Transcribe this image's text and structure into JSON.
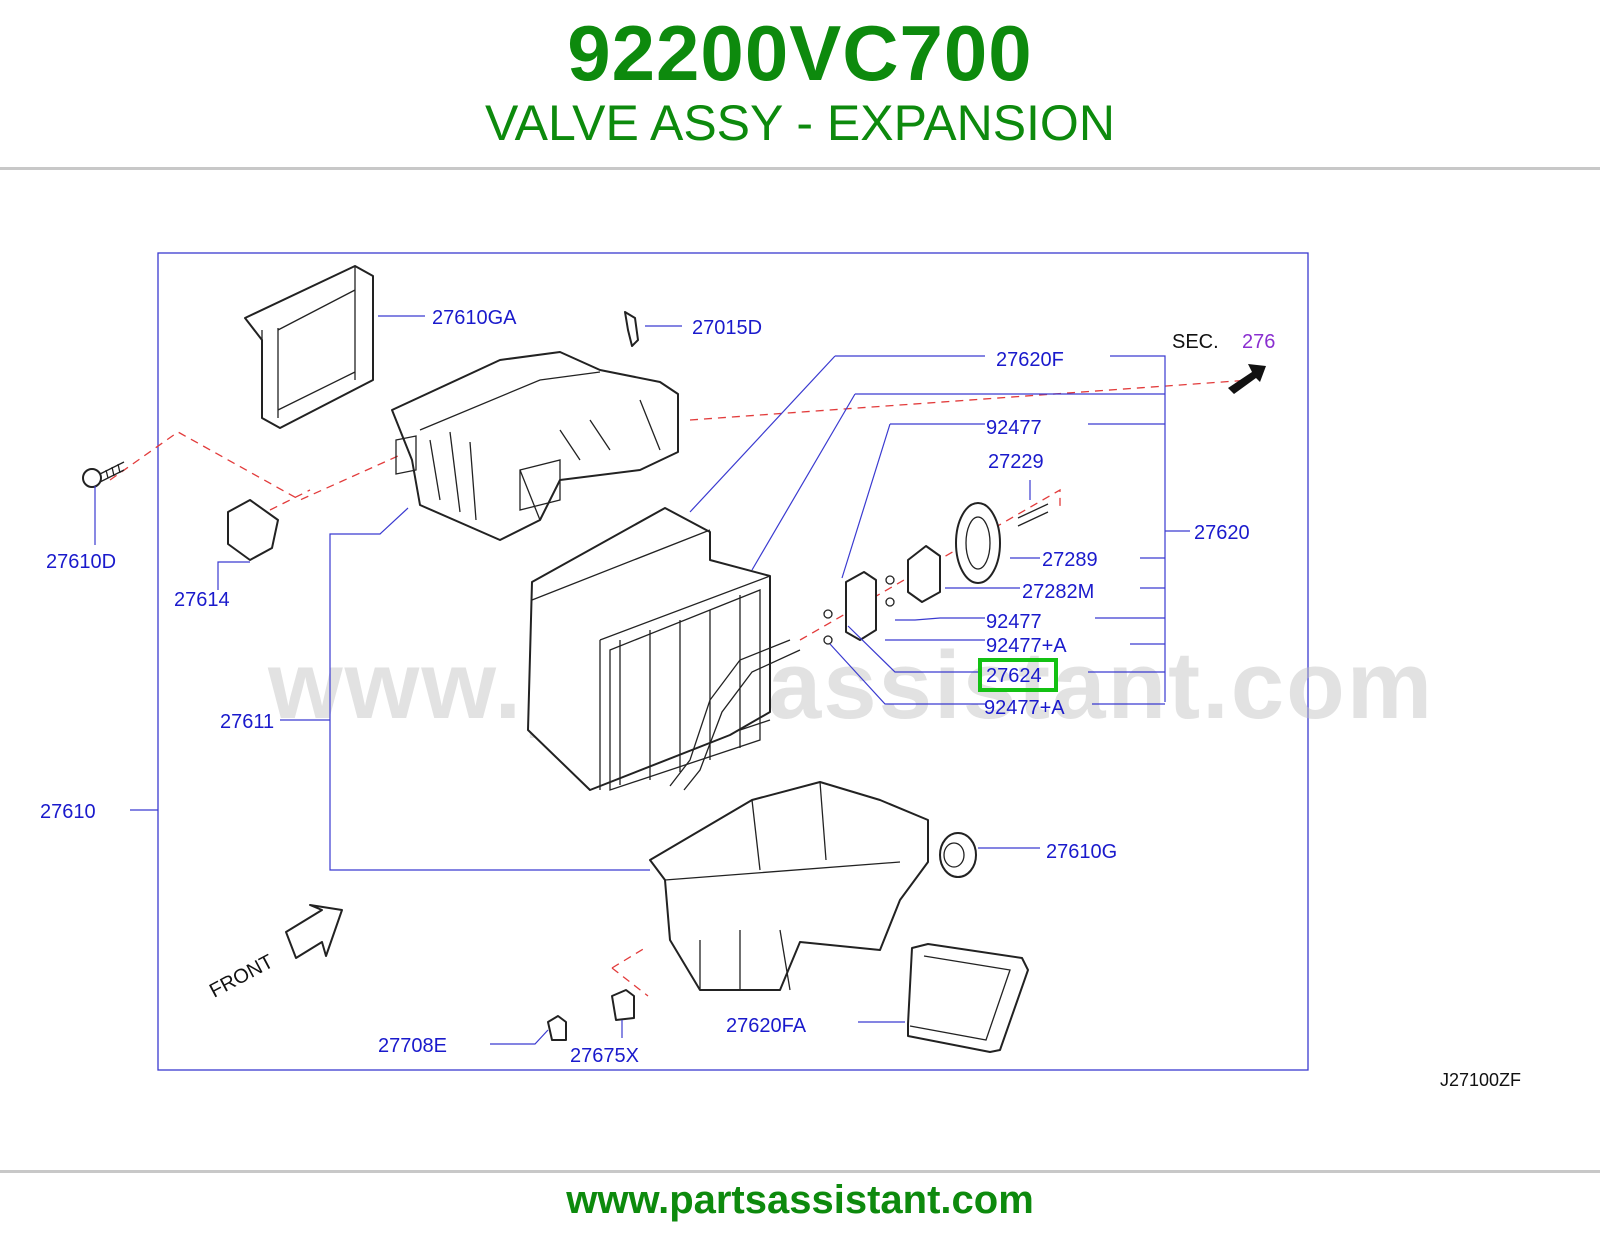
{
  "header": {
    "part_number": "92200VC700",
    "description": "VALVE ASSY - EXPANSION"
  },
  "diagram": {
    "section_ref_prefix": "SEC.",
    "section_ref_number": "276",
    "front_label": "FRONT",
    "diagram_code": "J27100ZF",
    "watermark": "www.partsassistant.com",
    "highlighted_part": "27624",
    "highlight_color": "#13c113",
    "callouts": {
      "c27610GA": "27610GA",
      "c27015D": "27015D",
      "c27620F": "27620F",
      "c92477a": "92477",
      "c27229": "27229",
      "c27620": "27620",
      "c27289": "27289",
      "c27282M": "27282M",
      "c92477b": "92477",
      "c92477Aa": "92477+A",
      "c27624": "27624",
      "c92477Ab": "92477+A",
      "c27610D": "27610D",
      "c27614": "27614",
      "c27611": "27611",
      "c27610": "27610",
      "c27610G": "27610G",
      "c27620FA": "27620FA",
      "c27708E": "27708E",
      "c27675X": "27675X"
    }
  },
  "footer": {
    "url": "www.partsassistant.com"
  }
}
